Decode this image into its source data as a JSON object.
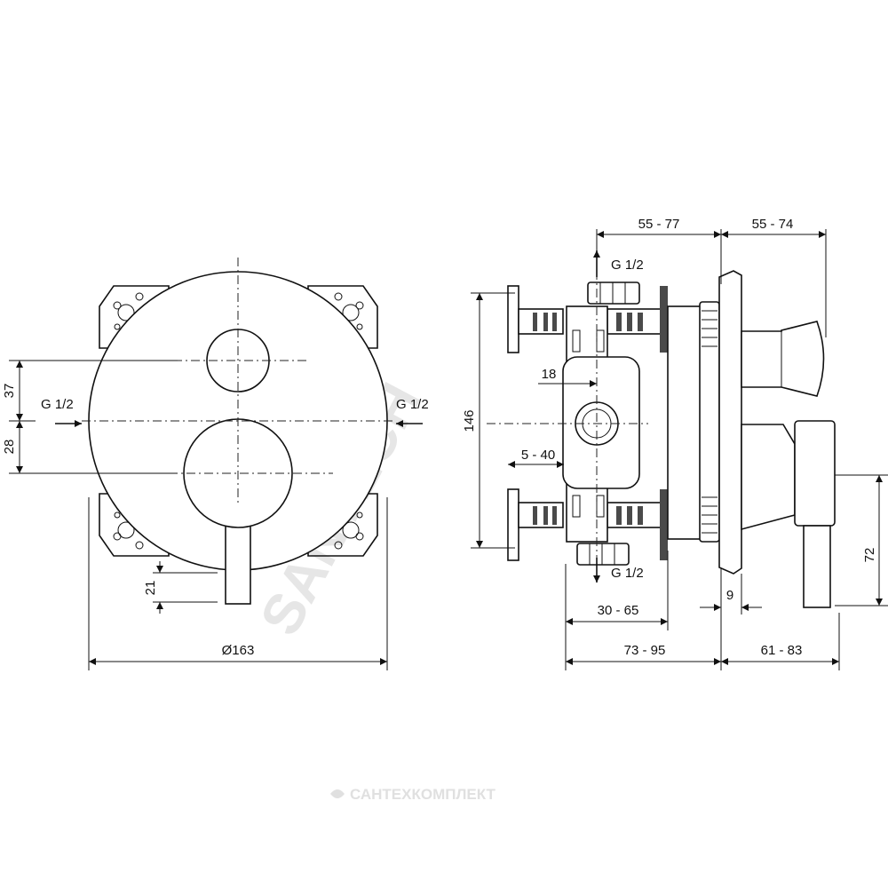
{
  "dimensions": {
    "front_diameter": "Ø163",
    "front_upper_offset": "37",
    "front_lower_offset": "28",
    "front_lever_offset": "21",
    "side_height": "146",
    "side_top_left": "55 - 77",
    "side_top_right": "55 - 74",
    "side_pipe_dim": "18",
    "side_stud_dim": "5 - 40",
    "side_range_a": "30 - 65",
    "side_range_b": "73 - 95",
    "side_range_c": "61 - 83",
    "side_plate_gap": "9",
    "side_lever_height": "72"
  },
  "connections": {
    "front_left": "G 1/2",
    "front_right": "G 1/2",
    "side_top": "G 1/2",
    "side_bottom": "G 1/2"
  },
  "watermark": {
    "diagonal": "SANTECH",
    "footer": "САНТЕХКОМПЛЕКТ"
  }
}
